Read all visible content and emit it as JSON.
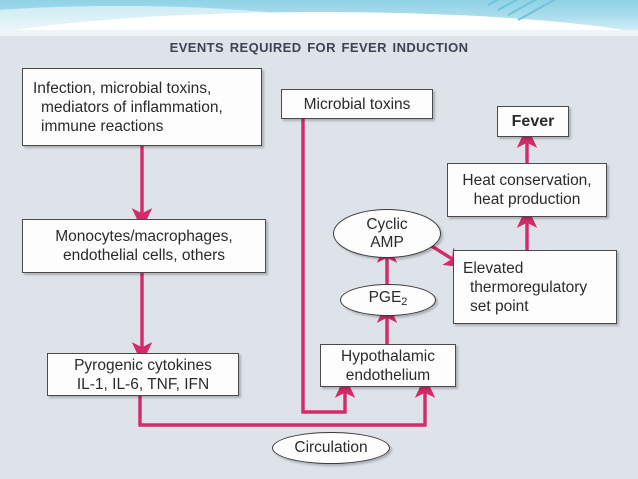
{
  "banner": {
    "decoration": "teal-swoosh-banner"
  },
  "title": "Events Required for Fever Induction",
  "accent_color": "#d42a68",
  "background_color": "#dee2e9",
  "node_fill": "#fdfdfd",
  "node_border": "#4a4a4a",
  "nodes": {
    "stimuli": "Infection, microbial toxins, mediators of inflammation, immune reactions",
    "stimuli_l1": "Infection, microbial toxins,",
    "stimuli_l2": "mediators of inflammation,",
    "stimuli_l3": "immune reactions",
    "microbial_toxins": "Microbial toxins",
    "fever": "Fever",
    "heat_l1": "Heat conservation,",
    "heat_l2": "heat production",
    "monocytes_l1": "Monocytes/macrophages,",
    "monocytes_l2": "endothelial cells, others",
    "cyclic_amp_l1": "Cyclic",
    "cyclic_amp_l2": "AMP",
    "pge2_main": "PGE",
    "pge2_sub": "2",
    "elevated_l1": "Elevated",
    "elevated_l2": "thermoregulatory",
    "elevated_l3": "set point",
    "cytokines_l1": "Pyrogenic cytokines",
    "cytokines_l2": "IL-1, IL-6, TNF, IFN",
    "hypothalamic_l1": "Hypothalamic",
    "hypothalamic_l2": "endothelium",
    "circulation": "Circulation"
  },
  "edges": [
    {
      "from": "stimuli",
      "to": "monocytes",
      "style": "arrow-down"
    },
    {
      "from": "monocytes",
      "to": "cytokines",
      "style": "arrow-down"
    },
    {
      "from": "microbial_toxins",
      "to": "hypothalamic",
      "style": "elbow-arrow"
    },
    {
      "from": "cytokines",
      "to": "hypothalamic",
      "style": "elbow-arrow-via-circulation"
    },
    {
      "from": "hypothalamic",
      "to": "pge2",
      "style": "arrow-up"
    },
    {
      "from": "pge2",
      "to": "cyclic_amp",
      "style": "arrow-up"
    },
    {
      "from": "cyclic_amp",
      "to": "elevated",
      "style": "diagonal-arrow"
    },
    {
      "from": "elevated",
      "to": "heat",
      "style": "arrow-up"
    },
    {
      "from": "heat",
      "to": "fever",
      "style": "arrow-up"
    }
  ]
}
